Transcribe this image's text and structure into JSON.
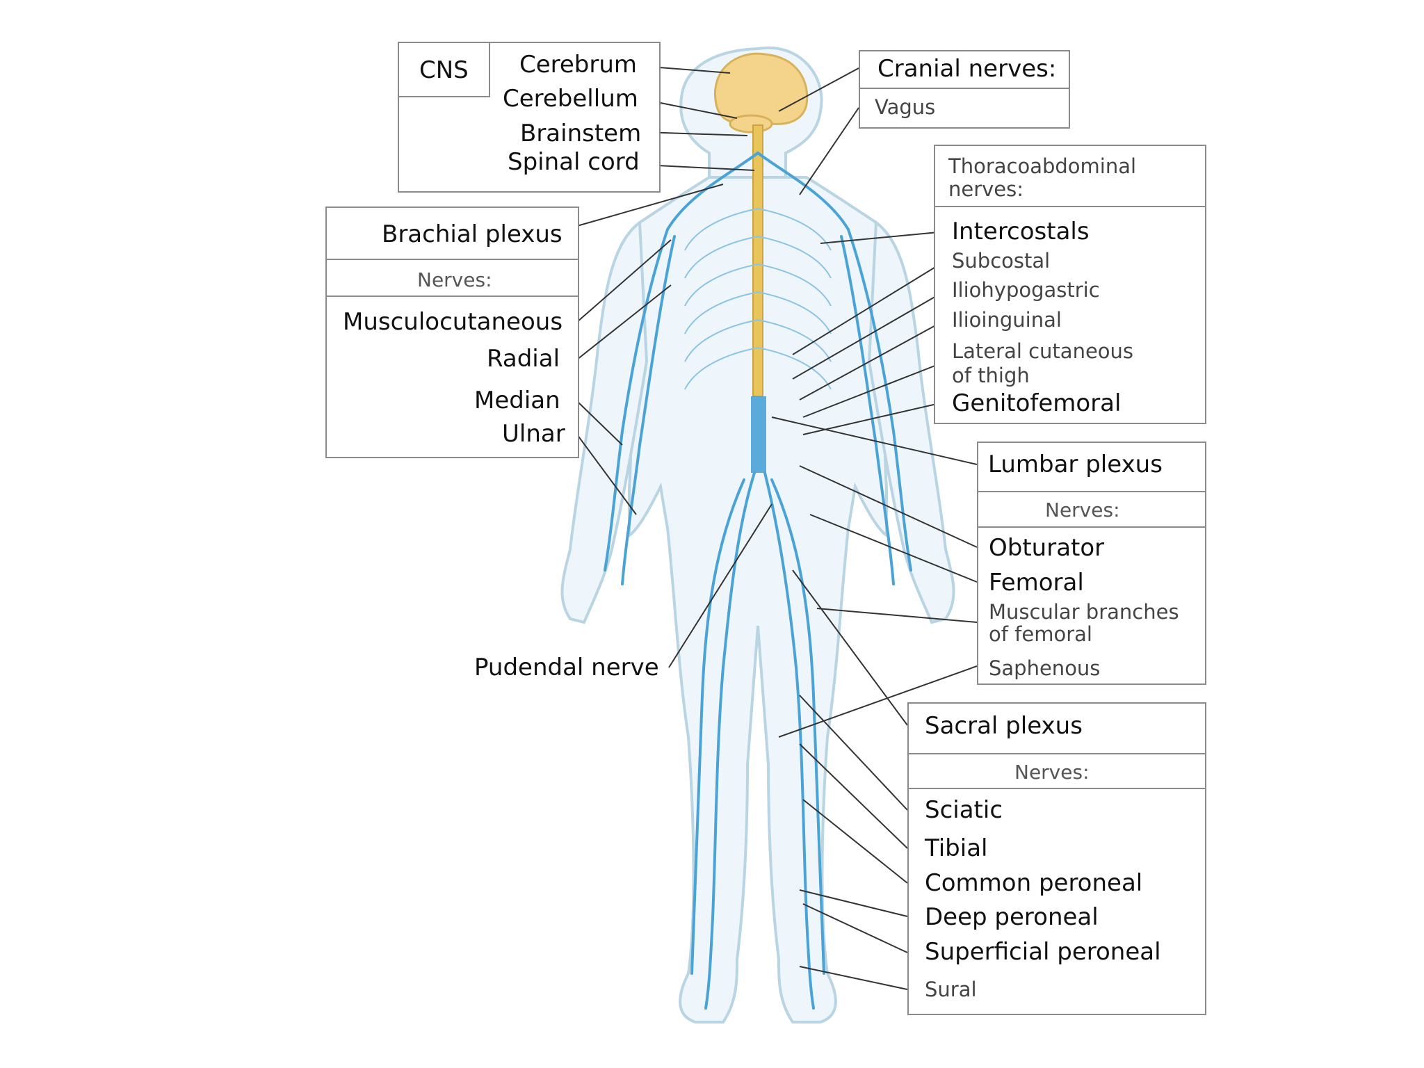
{
  "cns": {
    "tag": "CNS",
    "items": [
      "Cerebrum",
      "Cerebellum",
      "Brainstem",
      "Spinal cord"
    ]
  },
  "cranial": {
    "title": "Cranial nerves:",
    "items": [
      "Vagus"
    ]
  },
  "brachial": {
    "title": "Brachial plexus",
    "nerves_header": "Nerves:",
    "items": [
      "Musculocutaneous",
      "Radial",
      "Median",
      "Ulnar"
    ]
  },
  "thoraco": {
    "title_line1": "Thoracoabdominal",
    "title_line2": "nerves:",
    "items": [
      "Intercostals",
      "Subcostal",
      "Iliohypogastric",
      "Ilioinguinal",
      "Lateral cutaneous",
      "of thigh",
      "Genitofemoral"
    ]
  },
  "lumbar": {
    "title": "Lumbar plexus",
    "nerves_header": "Nerves:",
    "items": [
      "Obturator",
      "Femoral",
      "Muscular branches",
      "of femoral",
      "Saphenous"
    ]
  },
  "pudendal": "Pudendal nerve",
  "sacral": {
    "title": "Sacral plexus",
    "nerves_header": "Nerves:",
    "items": [
      "Sciatic",
      "Tibial",
      "Common peroneal",
      "Deep peroneal",
      "Superficial peroneal",
      "Sural"
    ]
  },
  "colors": {
    "nerve": "#4aa3d6",
    "nerve_fill": "#cfe8f5",
    "body_outline": "#b9d4e3",
    "brain": "#f3d48a",
    "spinal_cord": "#e8c45a",
    "box_border": "#8a8a8a",
    "leader": "#333333"
  }
}
